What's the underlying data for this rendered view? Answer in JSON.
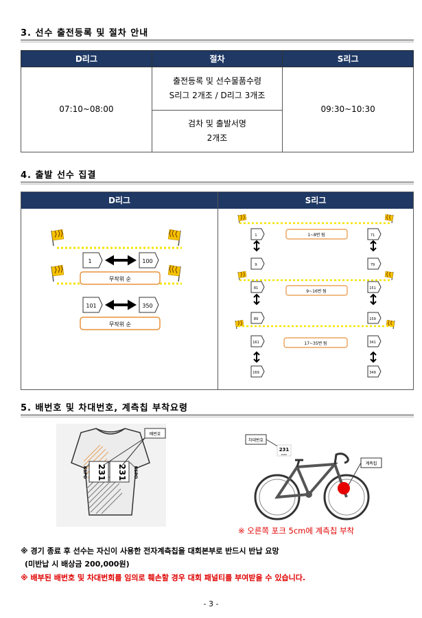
{
  "section3": {
    "title": "3. 선수 출전등록 및 절차 안내",
    "headers": [
      "D리그",
      "절차",
      "S리그"
    ],
    "d_time": "07:10~08:00",
    "step1_line1": "출전등록 및 선수물품수령",
    "step1_line2": "S리그 2개조 / D리그 3개조",
    "step2_line1": "검차 및 출발서명",
    "step2_line2": "2개조",
    "s_time": "09:30~10:30"
  },
  "section4": {
    "title": "4. 출발 선수 집결",
    "d_header": "D리그",
    "s_header": "S리그",
    "d": {
      "row1_from": "1",
      "row1_to": "100",
      "row1_label": "무작위 순",
      "row2_from": "101",
      "row2_to": "350",
      "row2_label": "무작위 순"
    },
    "s": {
      "g1_top_left": "1",
      "g1_top_right": "71",
      "g1_bottom_left": "9",
      "g1_bottom_right": "79",
      "g1_label": "1~8번 팀",
      "g2_top_left": "81",
      "g2_top_right": "151",
      "g2_bottom_left": "89",
      "g2_bottom_right": "159",
      "g2_label": "9~16번 팀",
      "g3_top_left": "161",
      "g3_top_right": "341",
      "g3_bottom_left": "169",
      "g3_bottom_right": "349",
      "g3_label": "17~35번 팀"
    }
  },
  "section5": {
    "title": "5. 배번호 및 차대번호, 계측칩 부착요령",
    "jersey_callout": "배번호",
    "jersey_number": "231",
    "jersey_brand": "KSPO",
    "frame_callout": "차대번호",
    "frame_number": "231",
    "frame_brand": "KSPO",
    "chip_callout": "계측칩",
    "chip_note": "※ 오른쪽 포크 5cm에 계측칩 부착"
  },
  "notes": {
    "line1": "※ 경기 종료 후 선수는 자신이 사용한 전자계측칩을 대회본부로 반드시 반납 요망",
    "line2": "(미반납 시 배상금 200,000원)",
    "line3": "※ 배부된 배번호 및 차대번회를 임의로 훼손할 경우 대회 패널티를 부여받을 수 있습니다."
  },
  "page_number": "- 3 -",
  "colors": {
    "header_navy": "#1f3864",
    "label_orange": "#e8923a",
    "dotted_yellow": "#f5e400",
    "warning_red": "#e00000",
    "chip_red": "#e60000"
  }
}
